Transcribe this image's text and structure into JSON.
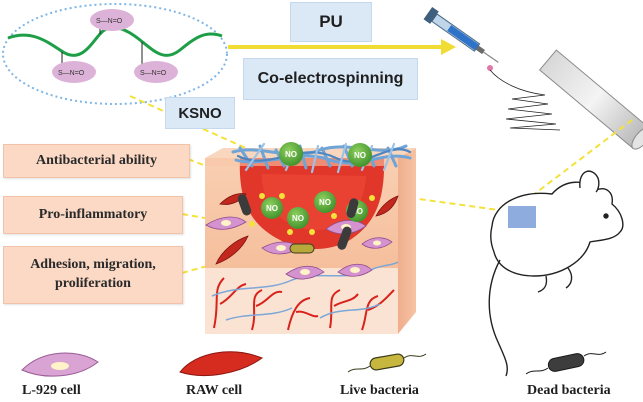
{
  "top": {
    "pu_label": "PU",
    "process_label": "Co-electrospinning",
    "ksno_label": "KSNO",
    "chem_label": "S—N=O"
  },
  "effects": {
    "antibacterial": "Antibacterial ability",
    "proinflammatory": "Pro-inflammatory",
    "adhesion_line1": "Adhesion, migration,",
    "adhesion_line2": "proliferation"
  },
  "no_label": "NO",
  "legend": [
    {
      "label": "L-929 cell"
    },
    {
      "label": "RAW cell"
    },
    {
      "label": "Live bacteria"
    },
    {
      "label": "Dead bacteria"
    }
  ],
  "colors": {
    "polymer_chain": "#1e9e47",
    "nanoparticle": "#dcb2d8",
    "no_bubble": "#5aa83c",
    "connector": "#f4e23a",
    "skin": "#f7c7a8",
    "wound": "#e0372a",
    "fiber": "#6fa4d6"
  }
}
